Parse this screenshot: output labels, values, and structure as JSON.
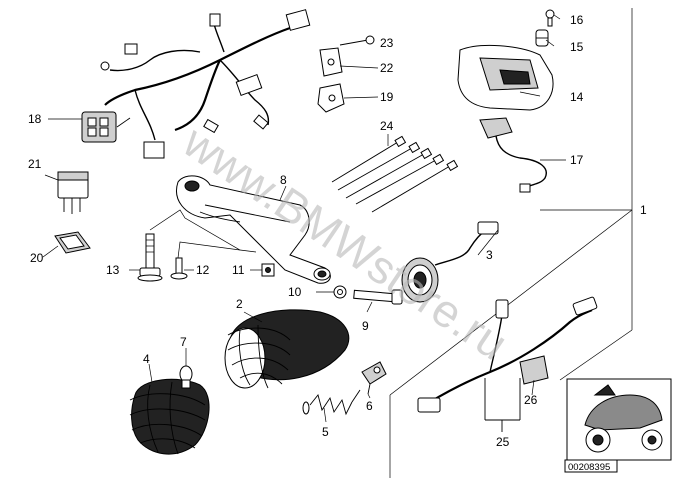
{
  "watermark": "www.BMWstore.ru",
  "reference_code": "00208395",
  "labels": [
    "1",
    "2",
    "3",
    "4",
    "5",
    "6",
    "7",
    "8",
    "9",
    "10",
    "11",
    "12",
    "13",
    "14",
    "15",
    "16",
    "17",
    "18",
    "19",
    "20",
    "21",
    "22",
    "23",
    "24",
    "25",
    "26"
  ]
}
